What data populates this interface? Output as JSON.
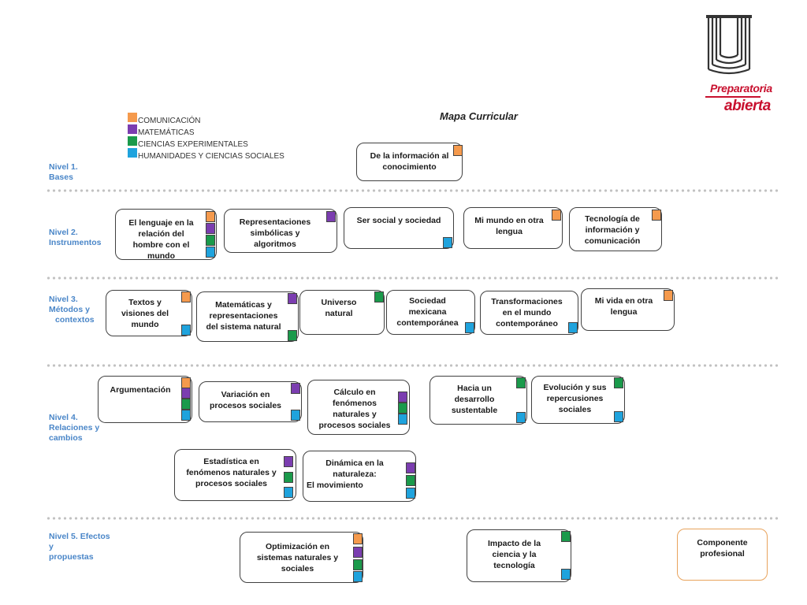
{
  "logo": {
    "line1": "Preparatoria",
    "line2": "abierta"
  },
  "title": "Mapa Curricular",
  "legend": [
    {
      "label": "COMUNICACIÓN",
      "color": "#f59a4d"
    },
    {
      "label": "MATEMÁTICAS",
      "color": "#7b3db0"
    },
    {
      "label": "CIENCIAS EXPERIMENTALES",
      "color": "#1a9a4b"
    },
    {
      "label": "HUMANIDADES Y CIENCIAS SOCIALES",
      "color": "#1fa3dd"
    }
  ],
  "levels": {
    "n1": [
      "Nivel 1.",
      "Bases"
    ],
    "n2": [
      "Nivel 2.",
      "Instrumentos"
    ],
    "n3": [
      "Nivel 3.",
      "Métodos y",
      "contextos"
    ],
    "n4": [
      "Nivel 4.",
      "Relaciones y",
      "cambios"
    ],
    "n5": [
      "Nivel 5. Efectos",
      "y",
      "propuestas"
    ]
  },
  "modules": {
    "m1": [
      "De la información al",
      "conocimiento"
    ],
    "m2": [
      "El lenguaje en la",
      "relación del",
      "hombre con el",
      "mundo"
    ],
    "m3": [
      "Representaciones",
      "simbólicas y",
      "algoritmos"
    ],
    "m4": [
      "Ser social y sociedad"
    ],
    "m5": [
      "Mi mundo en otra",
      "lengua"
    ],
    "m6": [
      "Tecnología de",
      "información y",
      "comunicación"
    ],
    "m7": [
      "Textos y",
      "visiones del",
      "mundo"
    ],
    "m8": [
      "Matemáticas y",
      "representaciones",
      "del sistema natural"
    ],
    "m9": [
      "Universo",
      "natural"
    ],
    "m10": [
      "Sociedad",
      "mexicana",
      "contemporánea"
    ],
    "m11": [
      "Transformaciones",
      "en el mundo",
      "contemporáneo"
    ],
    "m12": [
      "Mi vida en otra",
      "lengua"
    ],
    "m13": [
      "Argumentación"
    ],
    "m14": [
      "Variación en",
      "procesos sociales"
    ],
    "m15": [
      "Cálculo en",
      "fenómenos",
      "naturales y",
      "procesos sociales"
    ],
    "m16": [
      "Hacia un",
      "desarrollo",
      "sustentable"
    ],
    "m17": [
      "Evolución y sus",
      "repercusiones",
      "sociales"
    ],
    "m18": [
      "Estadística en",
      "fenómenos naturales y",
      "procesos sociales"
    ],
    "m19": [
      "Dinámica en la",
      "naturaleza:",
      "El movimiento"
    ],
    "m20": [
      "Optimización en",
      "sistemas naturales y",
      "sociales"
    ],
    "m21": [
      "Impacto de la",
      "ciencia y la",
      "tecnología"
    ],
    "m22": [
      "Componente",
      "profesional"
    ]
  }
}
